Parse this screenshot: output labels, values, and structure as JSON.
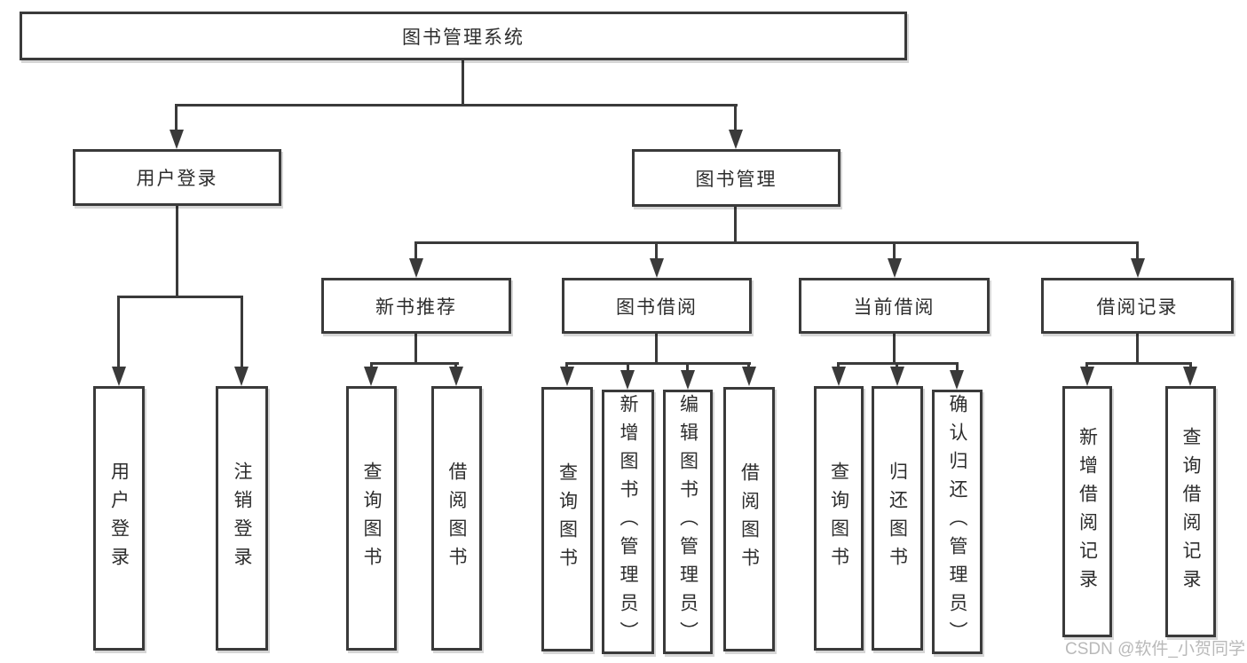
{
  "colors": {
    "line": "#3a3a3a",
    "text": "#2d2d2d",
    "box_background": "#ffffff",
    "watermark": "#b9b9b9"
  },
  "watermark": {
    "text": "CSDN @软件_小贺同学"
  },
  "nodes": {
    "root": {
      "label": "图书管理系统"
    },
    "user_login": {
      "label": "用户登录"
    },
    "book_management": {
      "label": "图书管理"
    },
    "new_book_recommend": {
      "label": "新书推荐"
    },
    "book_borrow": {
      "label": "图书借阅"
    },
    "current_borrow": {
      "label": "当前借阅"
    },
    "borrow_record": {
      "label": "借阅记录"
    },
    "leaf_user_login": {
      "label": "用户登录"
    },
    "leaf_logout": {
      "label": "注销登录"
    },
    "leaf_nb_query_book": {
      "label": "查询图书"
    },
    "leaf_nb_borrow_book": {
      "label": "借阅图书"
    },
    "leaf_bb_query_book": {
      "label": "查询图书"
    },
    "leaf_bb_add_book_admin": {
      "label": "新增图书（管理员）"
    },
    "leaf_bb_edit_book_admin": {
      "label": "编辑图书（管理员）"
    },
    "leaf_bb_borrow_book": {
      "label": "借阅图书"
    },
    "leaf_cb_query_book": {
      "label": "查询图书"
    },
    "leaf_cb_return_book": {
      "label": "归还图书"
    },
    "leaf_cb_confirm_return_admin": {
      "label": "确认归还（管理员）"
    },
    "leaf_br_add_record": {
      "label": "新增借阅记录"
    },
    "leaf_br_query_record": {
      "label": "查询借阅记录"
    }
  }
}
